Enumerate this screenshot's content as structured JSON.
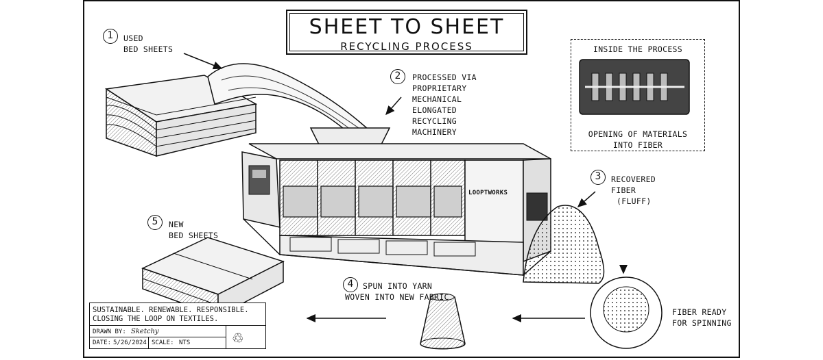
{
  "title": "SHEET TO SHEET",
  "subtitle": "RECYCLING PROCESS",
  "steps": [
    {
      "number": "1",
      "label_lines": [
        "USED",
        "BED SHEETS"
      ]
    },
    {
      "number": "2",
      "label_lines": [
        "PROCESSED VIA",
        "PROPRIETARY",
        "MECHANICAL",
        "ELONGATED",
        "RECYCLING",
        "MACHINERY"
      ]
    },
    {
      "number": "3",
      "label_lines": [
        "RECOVERED",
        "FIBER",
        "(FLUFF)"
      ]
    },
    {
      "number": "4",
      "label_lines": [
        "SPUN INTO YARN",
        "WOVEN INTO NEW FABRIC"
      ]
    },
    {
      "number": "5",
      "label_lines": [
        "NEW",
        "BED SHEETS"
      ]
    }
  ],
  "inset": {
    "title": "INSIDE THE PROCESS",
    "caption_lines": [
      "OPENING OF MATERIALS",
      "INTO FIBER"
    ]
  },
  "fiber_ready_lines": [
    "FIBER READY",
    "FOR SPINNING"
  ],
  "machine_brand": "LOOPTWORKS",
  "title_block": {
    "tagline_lines": [
      "SUSTAINABLE. RENEWABLE. RESPONSIBLE.",
      "CLOSING THE LOOP ON TEXTILES."
    ],
    "drawn_by_label": "DRAWN BY:",
    "drawn_by": "Sketchy",
    "date_label": "DATE:",
    "date": "5/26/2024",
    "scale_label": "SCALE:",
    "scale": "NTS",
    "icon": "recycle-icon"
  }
}
